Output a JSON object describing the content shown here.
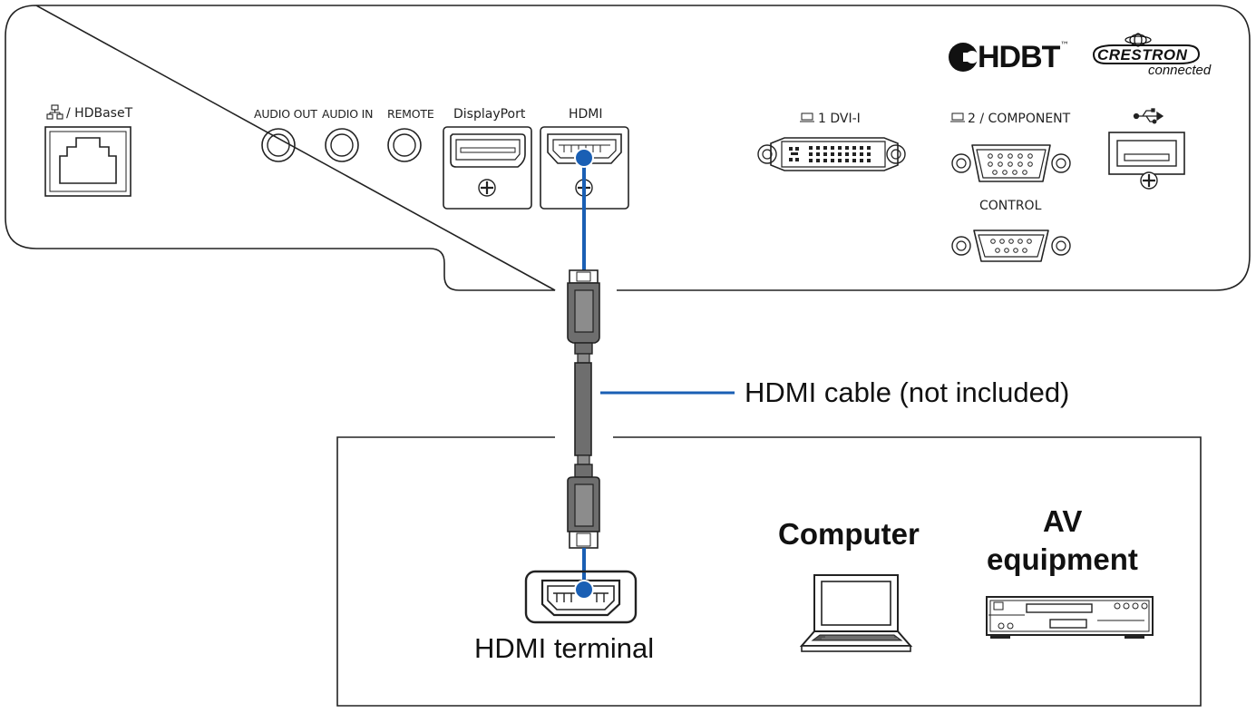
{
  "panel": {
    "ports": {
      "lan": "/ HDBaseT",
      "audio_out": "AUDIO OUT",
      "audio_in": "AUDIO IN",
      "remote": "REMOTE",
      "displayport": "DisplayPort",
      "hdmi": "HDMI",
      "dvi": "1 DVI-I",
      "component": "2 / COMPONENT",
      "control": "CONTROL"
    },
    "logos": {
      "hdbt": "HDBT",
      "hdbt_tm": "™",
      "crestron": "CRESTRON",
      "connected": "connected"
    }
  },
  "callout": {
    "cable": "HDMI cable (not included)"
  },
  "devices": {
    "terminal": "HDMI terminal",
    "computer": "Computer",
    "av_line1": "AV",
    "av_line2": "equipment"
  },
  "colors": {
    "cable_highlight": "#1a5fb4",
    "outline": "#222222",
    "connector_fill": "#6e6e6e"
  }
}
